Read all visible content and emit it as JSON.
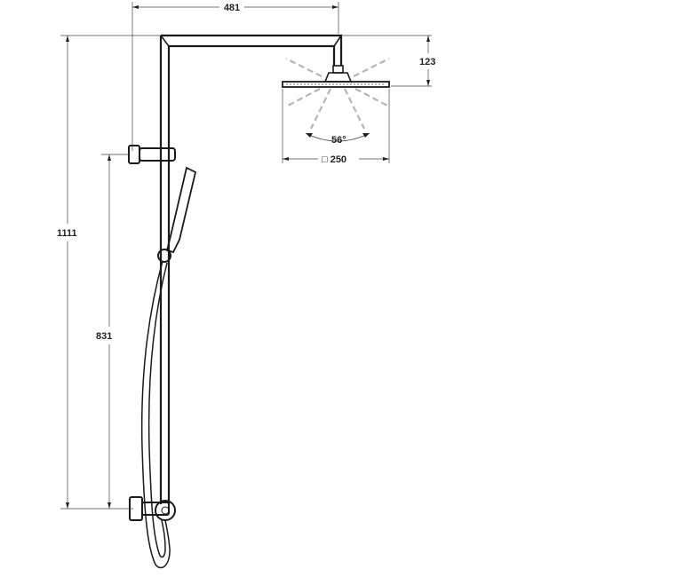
{
  "dimensions": {
    "width": "481",
    "head_height": "123",
    "spray_angle": "56°",
    "head_size": "□ 250",
    "total_height": "1111",
    "holder_height": "831"
  },
  "colors": {
    "line": "#1a1a1a",
    "spray": "#b5b5b5",
    "background": "#ffffff"
  }
}
